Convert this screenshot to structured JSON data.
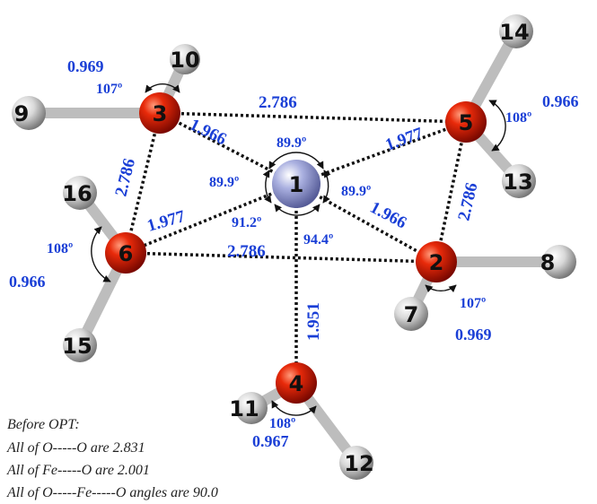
{
  "atoms": {
    "fe1": {
      "label": "1",
      "element": "Fe"
    },
    "o2": {
      "label": "2",
      "element": "O"
    },
    "o3": {
      "label": "3",
      "element": "O"
    },
    "o4": {
      "label": "4",
      "element": "O"
    },
    "o5": {
      "label": "5",
      "element": "O"
    },
    "o6": {
      "label": "6",
      "element": "O"
    },
    "h7": {
      "label": "7",
      "element": "H"
    },
    "h8": {
      "label": "8",
      "element": "H"
    },
    "h9": {
      "label": "9",
      "element": "H"
    },
    "h10": {
      "label": "10",
      "element": "H"
    },
    "h11": {
      "label": "11",
      "element": "H"
    },
    "h12": {
      "label": "12",
      "element": "H"
    },
    "h13": {
      "label": "13",
      "element": "H"
    },
    "h14": {
      "label": "14",
      "element": "H"
    },
    "h15": {
      "label": "15",
      "element": "H"
    },
    "h16": {
      "label": "16",
      "element": "H"
    }
  },
  "distances": {
    "o3_o5": "2.786",
    "o3_o6": "2.786",
    "o5_o2": "2.786",
    "o6_o2": "2.786",
    "fe_o3": "1.966",
    "fe_o5": "1.977",
    "fe_o6": "1.977",
    "fe_o2": "1.966",
    "fe_o4": "1.951"
  },
  "oh_bonds": {
    "o3": "0.969",
    "o5": "0.966",
    "o6": "0.966",
    "o2": "0.969",
    "o4": "0.967"
  },
  "angles": {
    "hoh_o3": "107º",
    "hoh_o5": "108º",
    "hoh_o6": "108º",
    "hoh_o2": "107º",
    "hoh_o4": "108º",
    "ofeo_top": "89.9º",
    "ofeo_left": "89.9º",
    "ofeo_right": "89.9º",
    "ofeo_bottom_left": "91.2º",
    "ofeo_bottom_right": "94.4º"
  },
  "note": {
    "line1": "Before OPT:",
    "line2": "All of O-----O are 2.831",
    "line3": "All of Fe-----O are 2.001",
    "line4": "All of O-----Fe-----O angles are 90.0"
  },
  "colors": {
    "oxygen": "#d81e05",
    "iron": "#9aa0d8",
    "hydrogen": "#d9d9d9",
    "measurement": "#1a3fd6"
  }
}
